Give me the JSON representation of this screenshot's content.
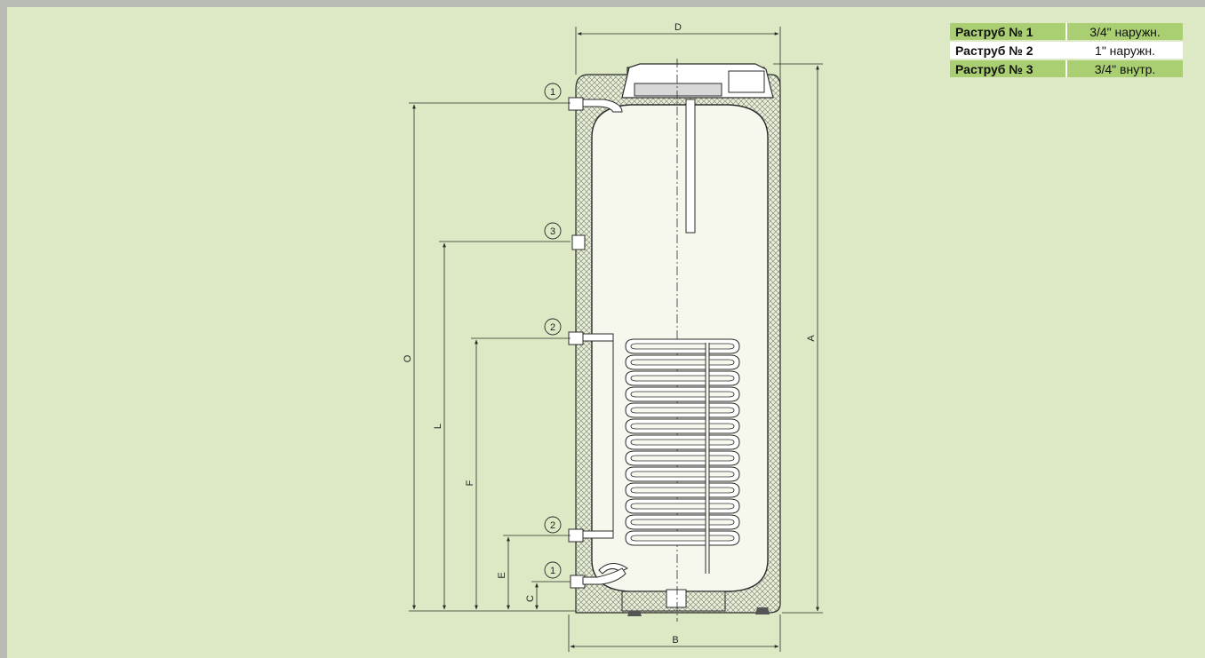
{
  "dimension_labels": {
    "D": "D",
    "A": "A",
    "B": "B",
    "O": "O",
    "L": "L",
    "F": "F",
    "E": "E",
    "C": "C"
  },
  "port_markers": [
    "1",
    "3",
    "2",
    "2",
    "1"
  ],
  "spec_table": [
    {
      "label": "Раструб № 1",
      "value": "3/4\" наружн."
    },
    {
      "label": "Раструб № 2",
      "value": "1\" наружн."
    },
    {
      "label": "Раструб № 3",
      "value": "3/4\" внутр."
    }
  ],
  "colors": {
    "background": "#dce9c4",
    "table_green": "#a9cf72",
    "insulation": "#e9f0d8",
    "tank_interior": "#f6f8ee",
    "line": "#2b2b2b"
  }
}
